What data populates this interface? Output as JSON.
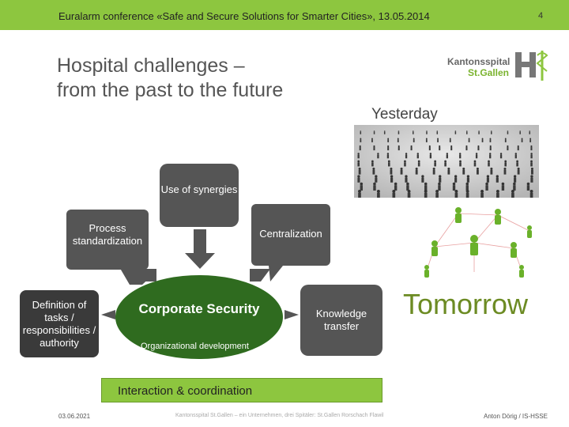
{
  "header": {
    "conference": "Euralarm conference «Safe and Secure Solutions for Smarter Cities», 13.05.2014",
    "page_number": "4"
  },
  "title": {
    "line1": "Hospital challenges –",
    "line2": "from the past to the future"
  },
  "logo": {
    "word1": "Kantonsspital",
    "word2": "St.Gallen",
    "icon": "hospital-h-logo-icon"
  },
  "photos": {
    "yesterday_label": "Yesterday",
    "tomorrow_label": "Tomorrow"
  },
  "diagram": {
    "synergies": "Use of synergies",
    "process": "Process standardization",
    "centralization": "Centralization",
    "definition": "Definition of tasks / responsibilities / authority",
    "knowledge": "Knowledge transfer",
    "corporate_title": "Corporate Security",
    "corporate_sub": "Organizational development",
    "interaction": "Interaction & coordination"
  },
  "footer": {
    "date": "03.06.2021",
    "center": "Kantonsspital St.Gallen – ein Unternehmen, drei Spitäler: St.Gallen Rorschach Flawil",
    "author": "Anton Dörig / IS-HSSE"
  },
  "colors": {
    "accent_green": "#8dc63f",
    "dark_green": "#2f6b1f",
    "box_gray": "#555555",
    "tomorrow_green": "#6c8b23"
  }
}
